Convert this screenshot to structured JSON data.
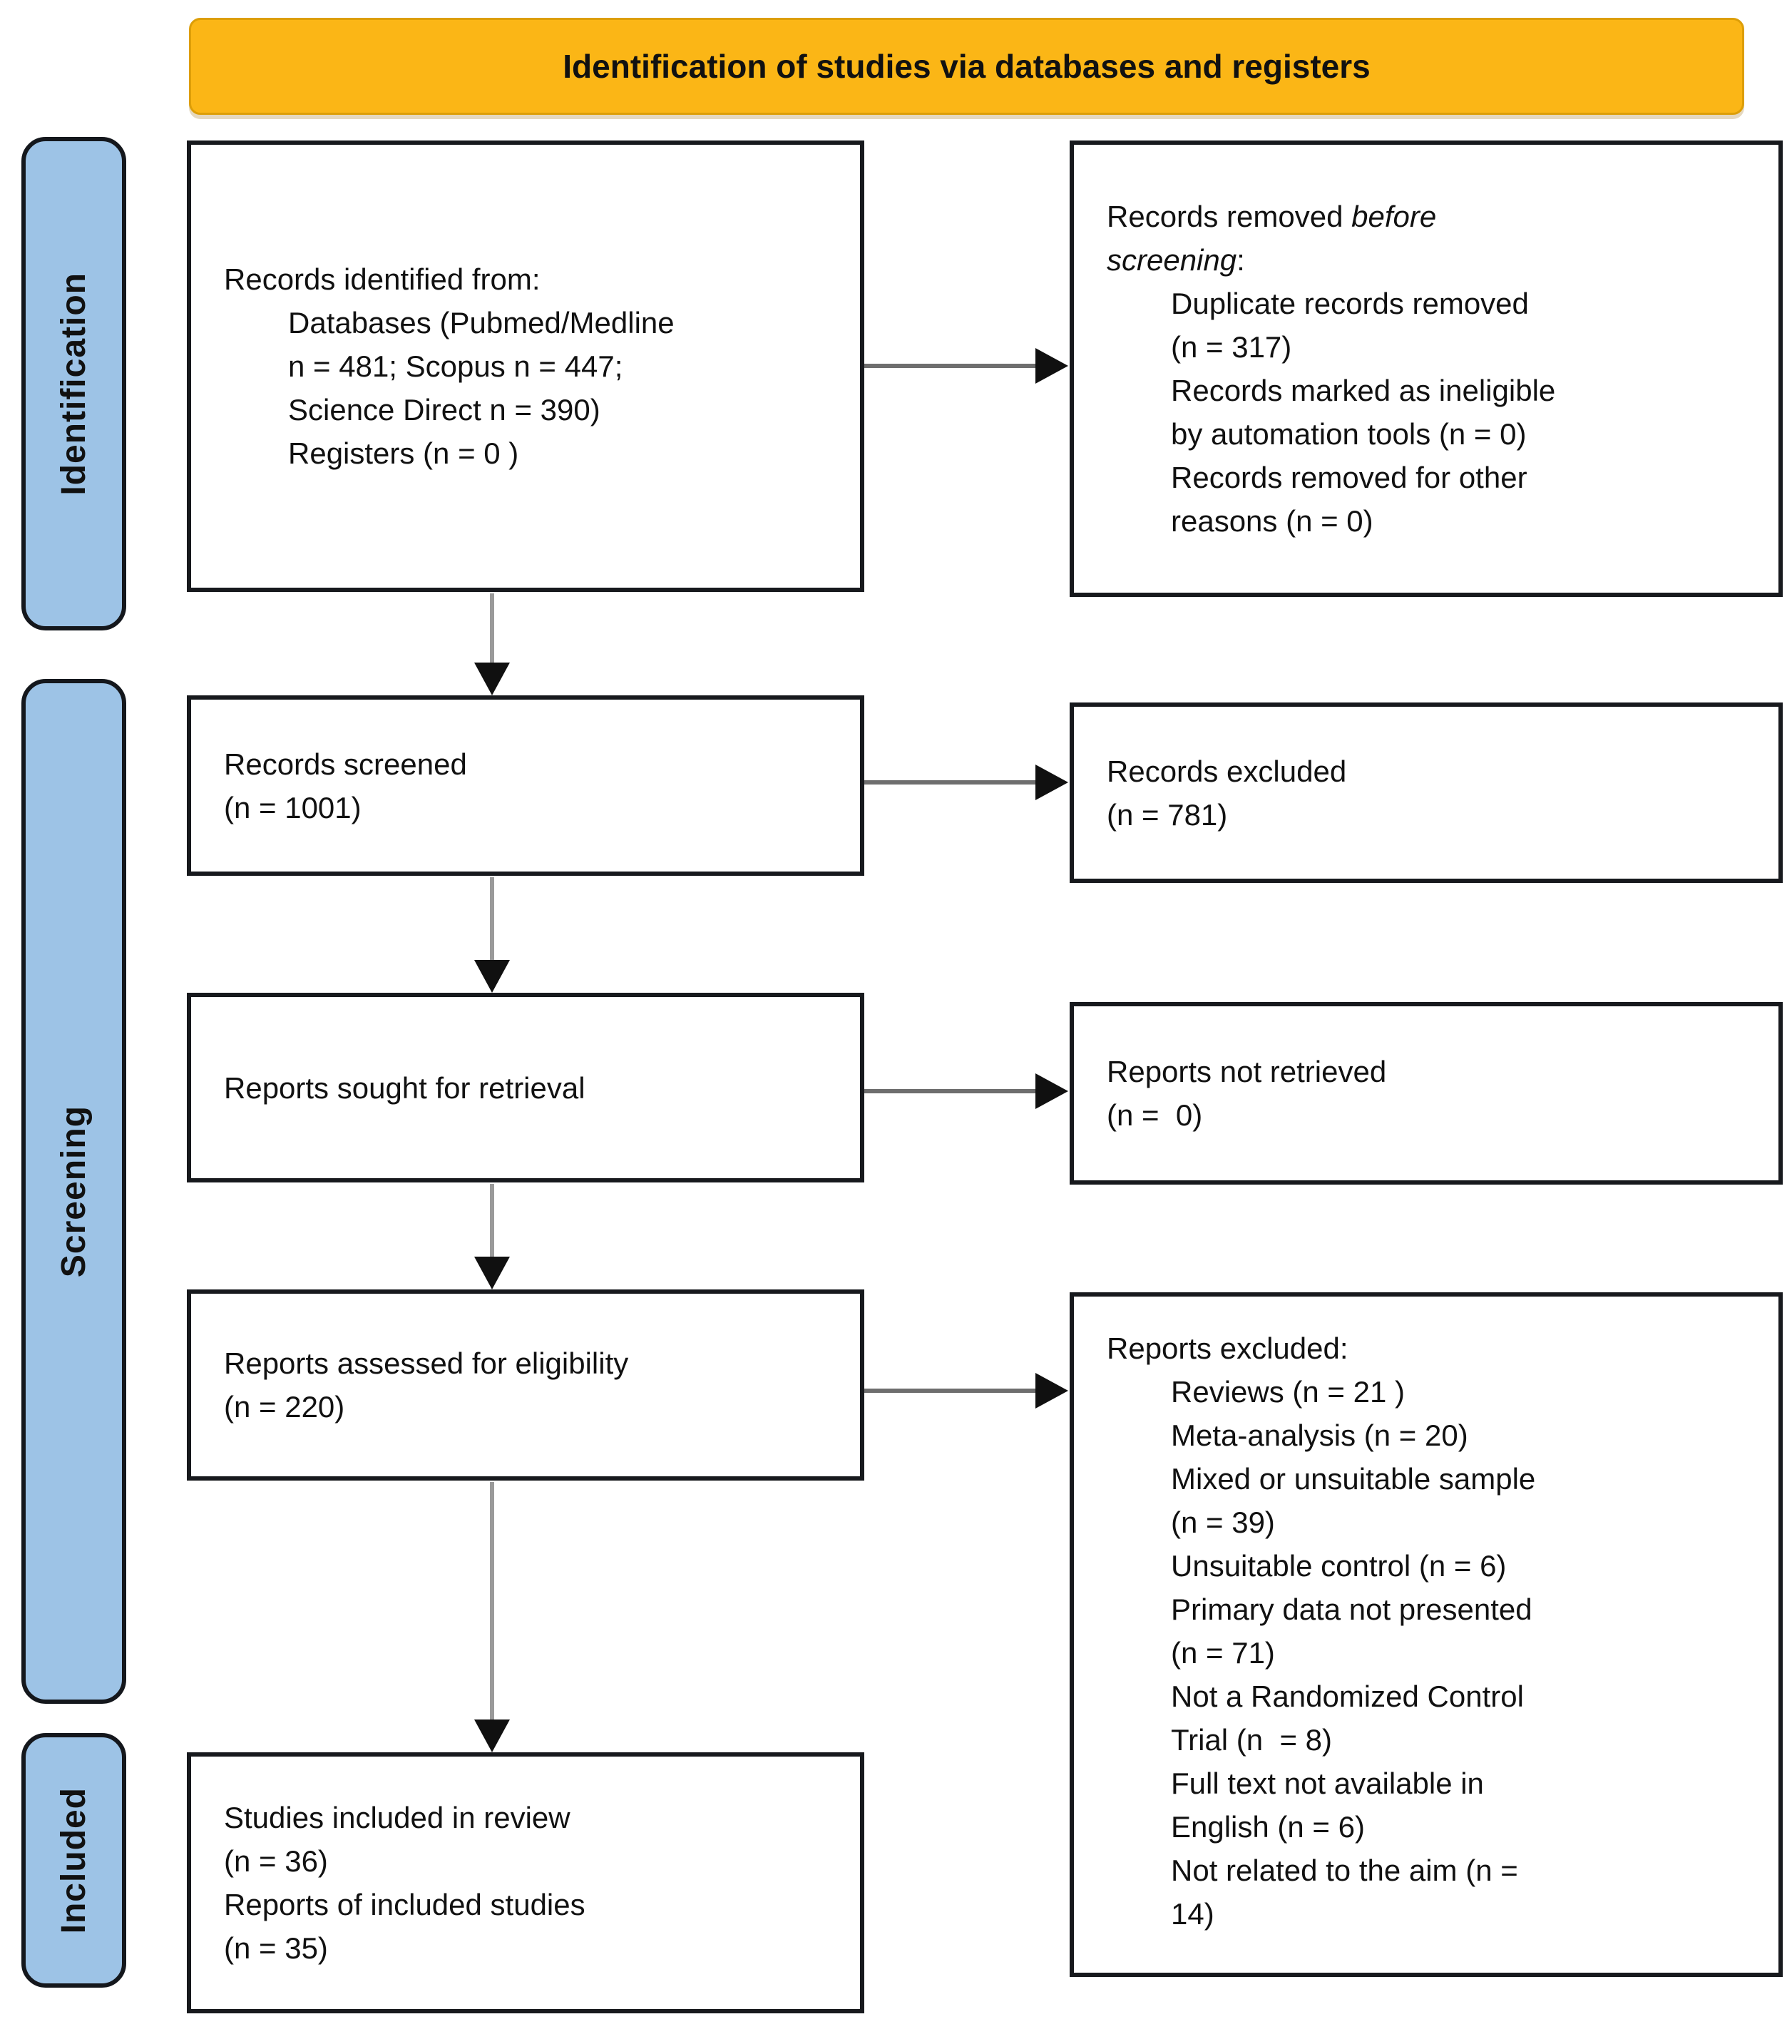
{
  "header": {
    "title": "Identification of studies via databases and registers"
  },
  "stages": {
    "identification": "Identification",
    "screening": "Screening",
    "included": "Included"
  },
  "colors": {
    "banner": "#FBB616",
    "stage_fill": "#9DC3E6"
  },
  "boxes": {
    "records_identified": {
      "lines": [
        {
          "text": "Records identified from:",
          "indent": 0
        },
        {
          "text": "Databases (Pubmed/Medline",
          "indent": 1
        },
        {
          "text": "n = 481; Scopus n = 447;",
          "indent": 1
        },
        {
          "text": "Science Direct n = 390)",
          "indent": 1
        },
        {
          "text": "Registers (n = 0 )",
          "indent": 1
        }
      ]
    },
    "records_removed": {
      "lines": [
        {
          "parts": [
            {
              "text": "Records removed ",
              "italic": false
            },
            {
              "text": "before",
              "italic": true
            }
          ],
          "indent": 0
        },
        {
          "parts": [
            {
              "text": "screening",
              "italic": true
            },
            {
              "text": ":",
              "italic": false
            }
          ],
          "indent": 0
        },
        {
          "text": "Duplicate records removed",
          "indent": 1
        },
        {
          "text": "(n = 317)",
          "indent": 1
        },
        {
          "text": "Records marked as ineligible",
          "indent": 1
        },
        {
          "text": "by automation tools (n = 0)",
          "indent": 1
        },
        {
          "text": "Records removed for other",
          "indent": 1
        },
        {
          "text": "reasons (n = 0)",
          "indent": 1
        }
      ]
    },
    "records_screened": {
      "lines": [
        {
          "text": "Records screened",
          "indent": 0
        },
        {
          "text": "(n = 1001)",
          "indent": 0
        }
      ]
    },
    "records_excluded": {
      "lines": [
        {
          "text": "Records excluded",
          "indent": 0
        },
        {
          "text": "(n = 781)",
          "indent": 0
        }
      ]
    },
    "reports_sought": {
      "lines": [
        {
          "text": "Reports sought for retrieval",
          "indent": 0
        }
      ]
    },
    "reports_not_retrieved": {
      "lines": [
        {
          "text": "Reports not retrieved",
          "indent": 0
        },
        {
          "text": "(n =  0)",
          "indent": 0
        }
      ]
    },
    "reports_assessed": {
      "lines": [
        {
          "text": "Reports assessed for eligibility",
          "indent": 0
        },
        {
          "text": "(n = 220)",
          "indent": 0
        }
      ]
    },
    "reports_excluded": {
      "lines": [
        {
          "text": "Reports excluded:",
          "indent": 0
        },
        {
          "text": "Reviews (n = 21 )",
          "indent": 1
        },
        {
          "text": "Meta-analysis (n = 20)",
          "indent": 1
        },
        {
          "text": "Mixed or unsuitable sample",
          "indent": 1
        },
        {
          "text": "(n = 39)",
          "indent": 1
        },
        {
          "text": "Unsuitable control (n = 6)",
          "indent": 1
        },
        {
          "text": "Primary data not presented",
          "indent": 1
        },
        {
          "text": "(n = 71)",
          "indent": 1
        },
        {
          "text": "Not a Randomized Control",
          "indent": 1
        },
        {
          "text": "Trial (n  = 8)",
          "indent": 1
        },
        {
          "text": "Full text not available in",
          "indent": 1
        },
        {
          "text": "English (n = 6)",
          "indent": 1
        },
        {
          "text": "Not related to the aim (n =",
          "indent": 1
        },
        {
          "text": "14)",
          "indent": 1
        }
      ]
    },
    "studies_included": {
      "lines": [
        {
          "text": "Studies included in review",
          "indent": 0
        },
        {
          "text": "(n = 36)",
          "indent": 0
        },
        {
          "text": "Reports of included studies",
          "indent": 0
        },
        {
          "text": "(n = 35)",
          "indent": 0
        }
      ]
    }
  }
}
